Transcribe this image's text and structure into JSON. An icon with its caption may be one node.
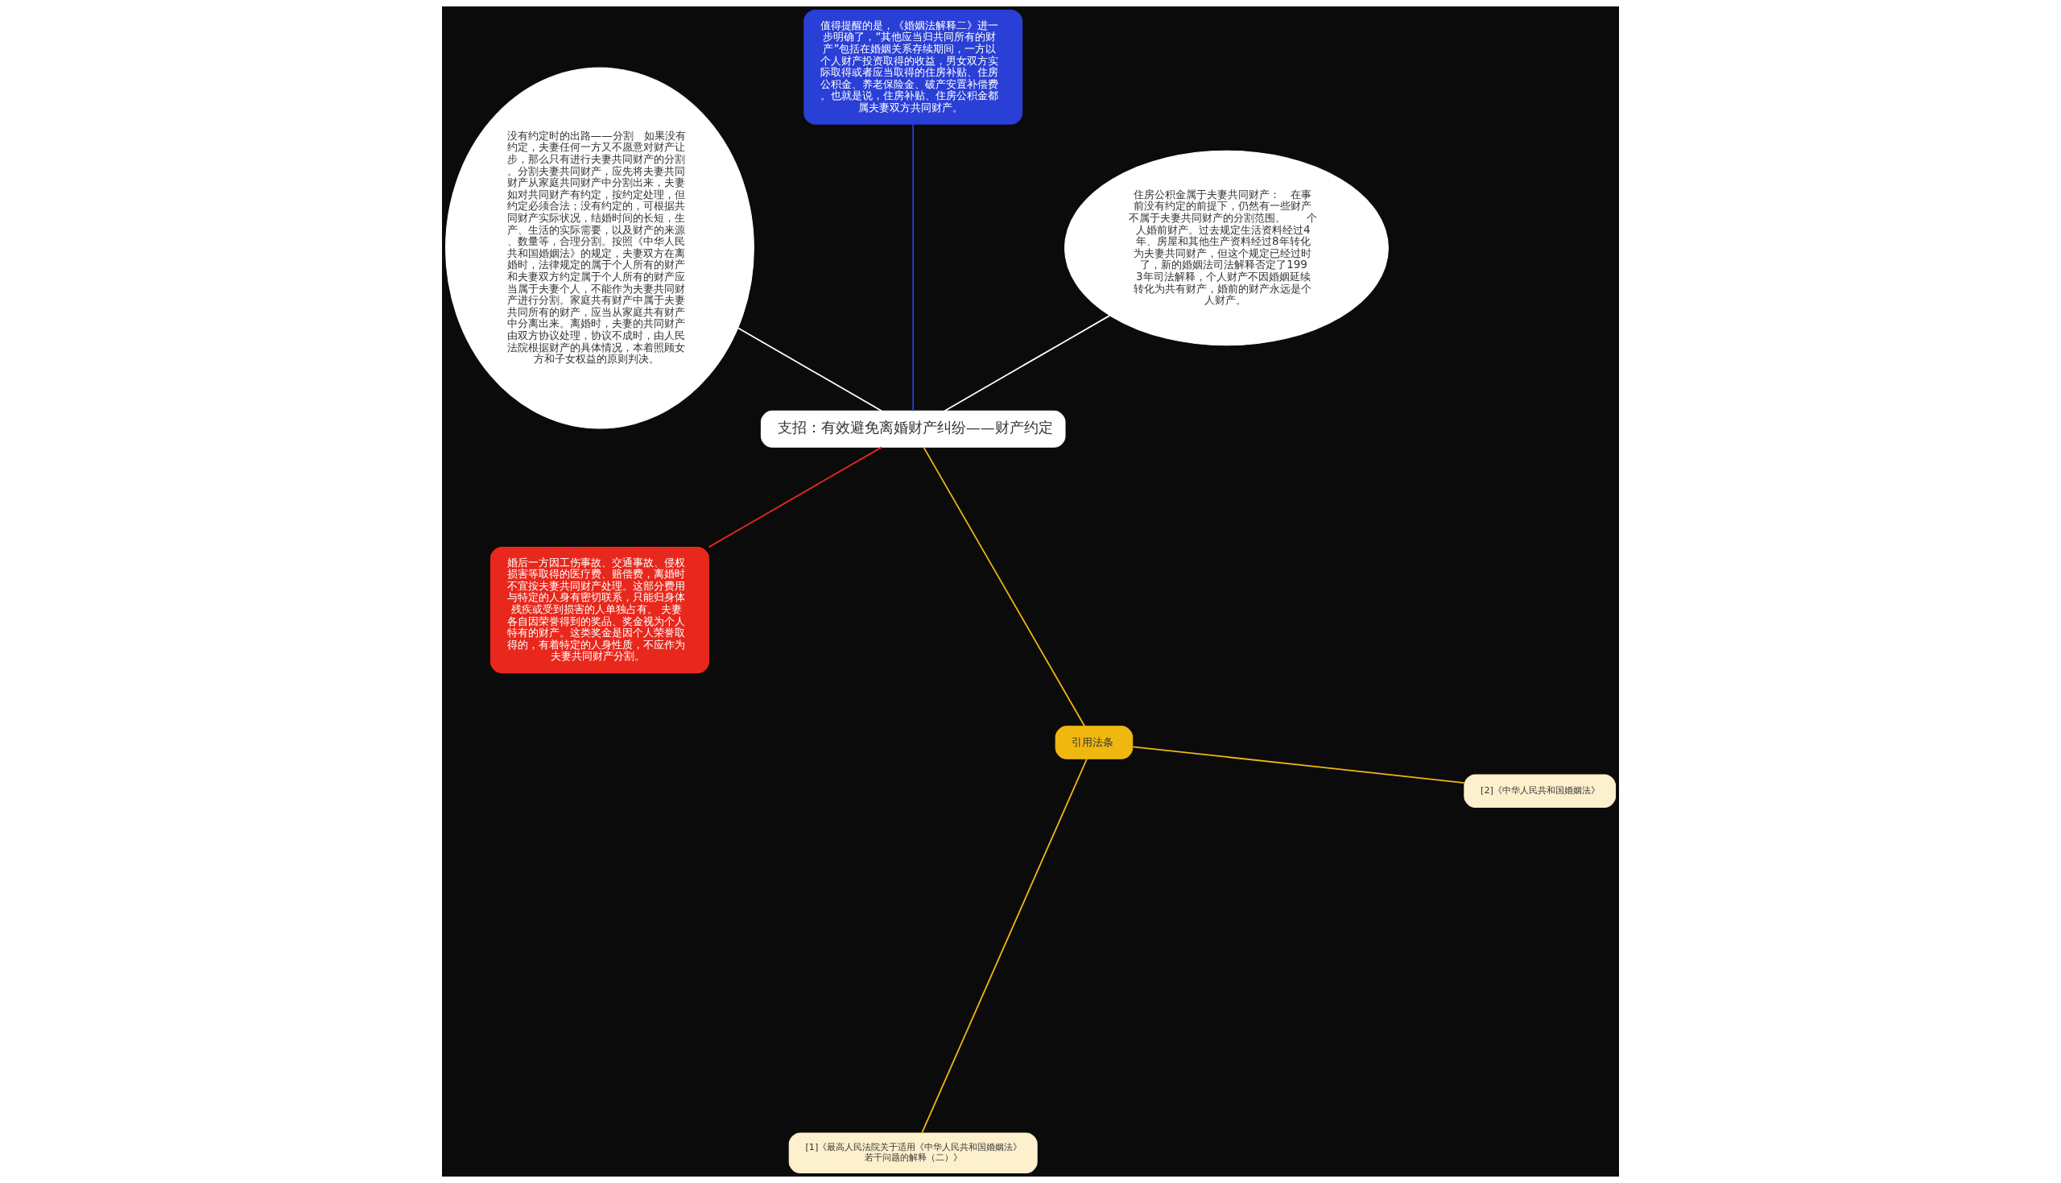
{
  "diagram": {
    "nodes": [
      {
        "text": [
          "支招：有效避免离婚财产纠纷——财产约定"
        ]
      },
      {
        "text": [
          "住房公积金属于夫妻共同财产：　在事前没有约定的前提下，仍然有一些财产不属于夫妻共同财产的分割范围。　　个人婚前财产。过去规定生活资料经过4年、房屋和其他生产资料经过8年转化为夫妻共同财产，但这个规定已经过时了，新的婚姻法司法解释否定了1993年司法解释，个人财产不因婚姻延续转化为共有财产，婚前的财产永远是个人财产。"
        ]
      },
      {
        "text": [
          "值得提醒的是，《婚姻法解释二》进一步明确了，“其他应当归共同所有的财产”包括在婚姻关系存续期间，一方以个人财产投资取得的收益，男女双方实际取得或者应当取得的住房补贴、住房公积金、养老保险金、破产安置补偿费。也就是说，住房补贴、住房公积金都属夫妻双方共同财产。"
        ]
      },
      {
        "text": [
          "没有约定时的出路——分割　如果没有约定，夫妻任何一方又不愿意对财产让步，那么只有进行夫妻共同财产的分割。分割夫妻共同财产，应先将夫妻共同财产从家庭共同财产中分割出来，夫妻如对共同财产有约定，按约定处理，但约定必须合法；没有约定的，可根据共同财产实际状况，结婚时间的长短，生产、生活的实际需要，以及财产的来源、数量等，合理分割。按照《中华人民共和国婚姻法》的规定，夫妻双方在离婚时，法律规定的属于个人所有的财产和夫妻双方约定属于个人所有的财产应当属于夫妻个人，不能作为夫妻共同财产进行分割。家庭共有财产中属于夫妻共同所有的财产，应当从家庭共有财产中分离出来。离婚时，夫妻的共同财产由双方协议处理，协议不成时，由人民法院根据财产的具体情况，本着照顾女方和子女权益的原则判决。"
        ]
      },
      {
        "text": [
          "婚后一方因工伤事故、交通事故、侵权损害等取得的医疗费、赔偿费，离婚时不宜按夫妻共同财产处理。这部分费用与特定的人身有密切联系，只能归身体残疾或受到损害的人单独占有。 夫妻各自因荣誉得到的奖品、奖金视为个人特有的财产。这类奖金是因个人荣誉取得的，有着特定的人身性质，不应作为夫妻共同财产分割。"
        ]
      },
      {
        "text": [
          "引用法条"
        ]
      },
      {
        "text": [
          "[1]《最高人民法院关于适用《中华人民共和国婚姻法》若干问题的解释（二）》"
        ]
      },
      {
        "text": [
          "[2]《中华人民共和国婚姻法》"
        ]
      }
    ],
    "edges": [
      {
        "from": 0,
        "to": 1,
        "arrow": "none",
        "color": "#ffffff"
      },
      {
        "from": 0,
        "to": 2,
        "arrow": "none",
        "color": "#2a3fd6"
      },
      {
        "from": 0,
        "to": 3,
        "arrow": "none",
        "color": "#ffffff"
      },
      {
        "from": 0,
        "to": 4,
        "arrow": "none",
        "color": "#e8281c"
      },
      {
        "from": 0,
        "to": 5,
        "arrow": "none"
      },
      {
        "from": 5,
        "to": 6,
        "arrow": "none"
      },
      {
        "from": 5,
        "to": 7,
        "arrow": "none"
      }
    ]
  }
}
